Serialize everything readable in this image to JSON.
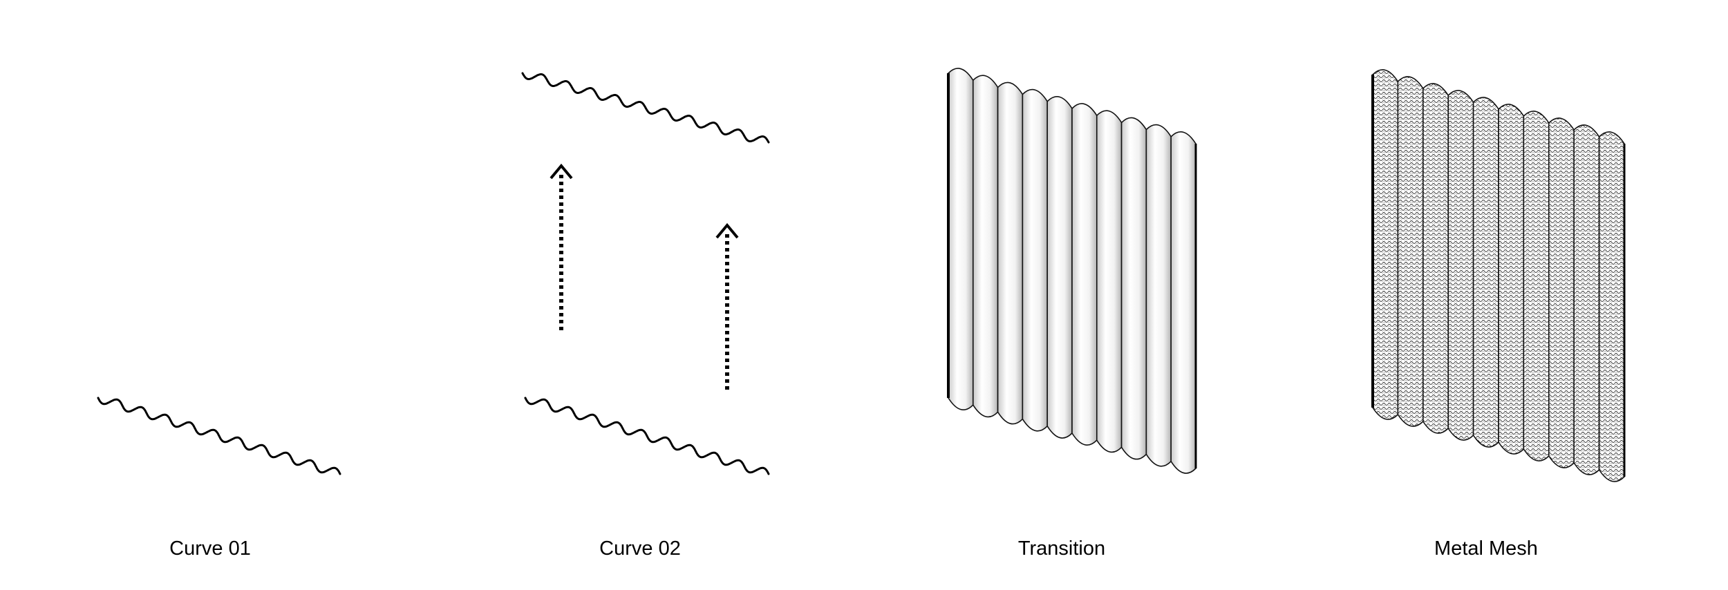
{
  "panels": [
    {
      "id": "curve-01",
      "caption": "Curve 01"
    },
    {
      "id": "curve-02",
      "caption": "Curve 02"
    },
    {
      "id": "transition",
      "caption": "Transition"
    },
    {
      "id": "metal-mesh",
      "caption": "Metal Mesh"
    }
  ],
  "colors": {
    "ink": "#000000",
    "background": "#ffffff",
    "surface_light": "#fafafa",
    "surface_shade": "#c9c9c9"
  },
  "icons": {
    "arrow": "dotted-up-arrow-icon"
  }
}
